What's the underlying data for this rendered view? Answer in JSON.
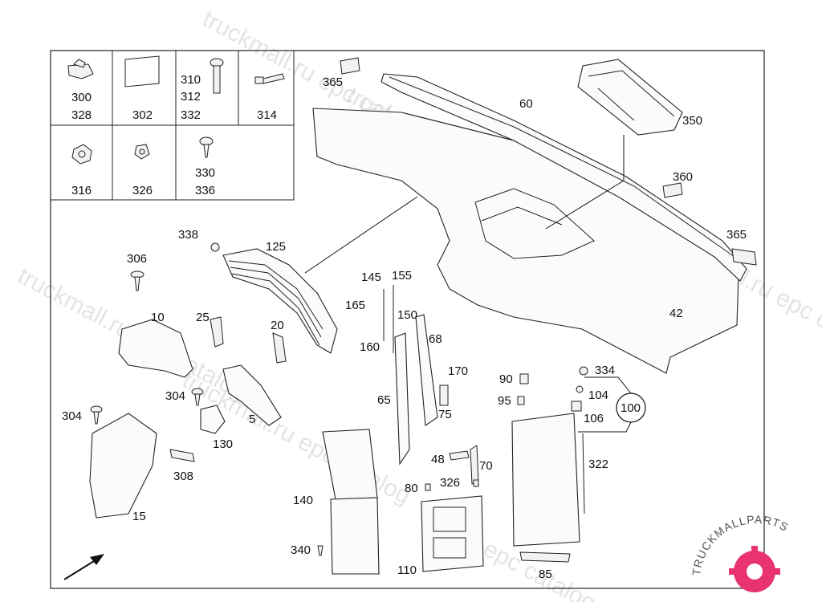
{
  "watermark": {
    "line1": "truckmall.ru epc catalog",
    "line2": "truckmall.ru epc catalog",
    "line3": "truckmall.ru epc catalog",
    "line4": "truckmall.ru epc catalog",
    "line5": "truckmall.ru epc catalog",
    "line6": "epc catalog"
  },
  "fastener_table": {
    "cell_a1": "300",
    "cell_a2": "328",
    "cell_b1": "302",
    "cell_c1": "310",
    "cell_c2": "312",
    "cell_c3": "332",
    "cell_d1": "314",
    "cell_e1": "316",
    "cell_f1": "326",
    "cell_g1": "330",
    "cell_g2": "336"
  },
  "callouts": {
    "p365a": "365",
    "p60": "60",
    "p350": "350",
    "p360": "360",
    "p365b": "365",
    "p42": "42",
    "p338": "338",
    "p125": "125",
    "p306": "306",
    "p10": "10",
    "p25": "25",
    "p20": "20",
    "p145": "145",
    "p155": "155",
    "p165": "165",
    "p150": "150",
    "p160": "160",
    "p68": "68",
    "p170": "170",
    "p65": "65",
    "p75": "75",
    "p90": "90",
    "p95": "95",
    "p334": "334",
    "p104": "104",
    "p106": "106",
    "p100": "100",
    "p304a": "304",
    "p304b": "304",
    "p5": "5",
    "p130": "130",
    "p308": "308",
    "p15": "15",
    "p140": "140",
    "p340": "340",
    "p48": "48",
    "p70": "70",
    "p80": "80",
    "p326": "326",
    "p110": "110",
    "p322": "322",
    "p85": "85"
  },
  "logo": {
    "text": "TRUCKMALLPARTS",
    "color_primary": "#e8336e",
    "color_secondary": "#555555"
  }
}
